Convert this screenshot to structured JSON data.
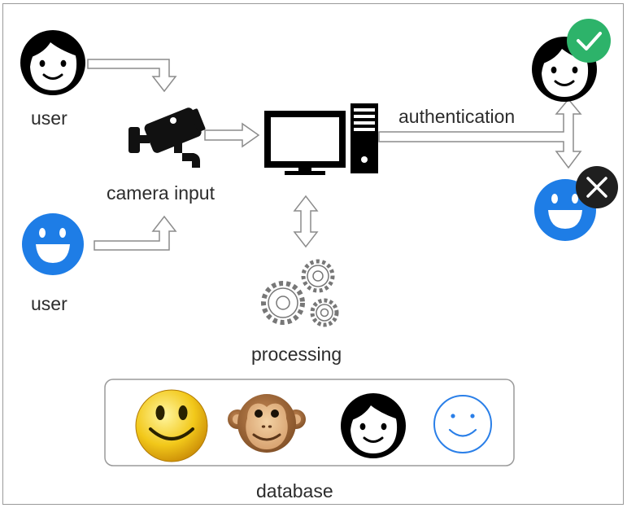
{
  "labels": {
    "user_top": "user",
    "user_bottom": "user",
    "camera": "camera input",
    "authentication": "authentication",
    "processing": "processing",
    "database": "database"
  },
  "icons": {
    "user_top": "woman-face-icon",
    "user_bottom": "blue-smiley-face-icon",
    "camera": "security-camera-icon",
    "computer": "desktop-computer-icon",
    "gears": "gears-icon",
    "accepted": "check-badge-icon",
    "rejected": "cross-badge-icon",
    "database_items": [
      "yellow-smiley-icon",
      "monkey-face-icon",
      "woman-face-icon",
      "outline-smiley-icon"
    ]
  },
  "colors": {
    "accept": "#2db36a",
    "reject": "#1f1f1f",
    "blue_face": "#1e7de6",
    "arrow_stroke": "#8c8c8c"
  }
}
